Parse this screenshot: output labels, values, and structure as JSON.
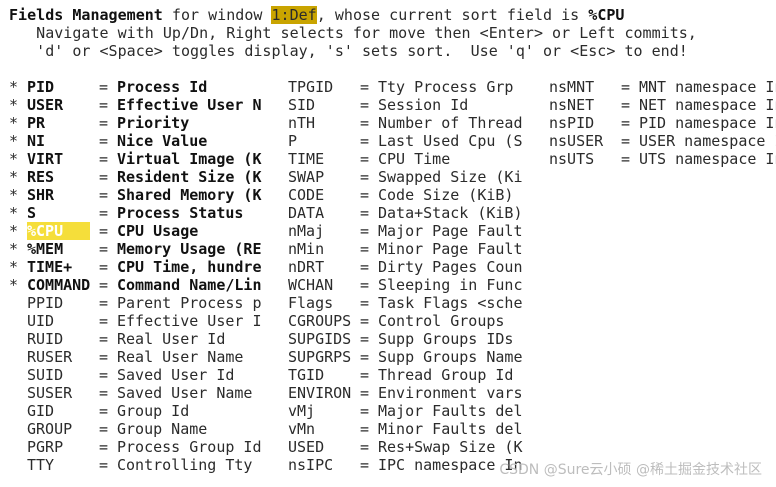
{
  "header": {
    "line1": {
      "title": "Fields Management",
      "mid": " for window ",
      "window": "1:Def",
      "after": ", whose current sort field is ",
      "sort_field": "%CPU"
    },
    "line2": "   Navigate with Up/Dn, Right selects for move then <Enter> or Left commits,",
    "line3": "   'd' or <Space> toggles display, 's' sets sort.  Use 'q' or <Esc> to end!"
  },
  "columns": [
    [
      {
        "star": "*",
        "name": "PID",
        "desc": "Process Id",
        "bold": true
      },
      {
        "star": "*",
        "name": "USER",
        "desc": "Effective User N",
        "bold": true
      },
      {
        "star": "*",
        "name": "PR",
        "desc": "Priority",
        "bold": true
      },
      {
        "star": "*",
        "name": "NI",
        "desc": "Nice Value",
        "bold": true
      },
      {
        "star": "*",
        "name": "VIRT",
        "desc": "Virtual Image (K",
        "bold": true
      },
      {
        "star": "*",
        "name": "RES",
        "desc": "Resident Size (K",
        "bold": true
      },
      {
        "star": "*",
        "name": "SHR",
        "desc": "Shared Memory (K",
        "bold": true
      },
      {
        "star": "*",
        "name": "S",
        "desc": "Process Status",
        "bold": true
      },
      {
        "star": "*",
        "name": "%CPU",
        "desc": "CPU Usage",
        "bold": true,
        "selected": true
      },
      {
        "star": "*",
        "name": "%MEM",
        "desc": "Memory Usage (RE",
        "bold": true
      },
      {
        "star": "*",
        "name": "TIME+",
        "desc": "CPU Time, hundre",
        "bold": true
      },
      {
        "star": "*",
        "name": "COMMAND",
        "desc": "Command Name/Lin",
        "bold": true
      },
      {
        "star": "",
        "name": "PPID",
        "desc": "Parent Process p",
        "bold": false
      },
      {
        "star": "",
        "name": "UID",
        "desc": "Effective User I",
        "bold": false
      },
      {
        "star": "",
        "name": "RUID",
        "desc": "Real User Id",
        "bold": false
      },
      {
        "star": "",
        "name": "RUSER",
        "desc": "Real User Name",
        "bold": false
      },
      {
        "star": "",
        "name": "SUID",
        "desc": "Saved User Id",
        "bold": false
      },
      {
        "star": "",
        "name": "SUSER",
        "desc": "Saved User Name",
        "bold": false
      },
      {
        "star": "",
        "name": "GID",
        "desc": "Group Id",
        "bold": false
      },
      {
        "star": "",
        "name": "GROUP",
        "desc": "Group Name",
        "bold": false
      },
      {
        "star": "",
        "name": "PGRP",
        "desc": "Process Group Id",
        "bold": false
      },
      {
        "star": "",
        "name": "TTY",
        "desc": "Controlling Tty",
        "bold": false
      }
    ],
    [
      {
        "name": "TPGID",
        "desc": "Tty Process Grp"
      },
      {
        "name": "SID",
        "desc": "Session Id"
      },
      {
        "name": "nTH",
        "desc": "Number of Thread"
      },
      {
        "name": "P",
        "desc": "Last Used Cpu (S"
      },
      {
        "name": "TIME",
        "desc": "CPU Time"
      },
      {
        "name": "SWAP",
        "desc": "Swapped Size (Ki"
      },
      {
        "name": "CODE",
        "desc": "Code Size (KiB)"
      },
      {
        "name": "DATA",
        "desc": "Data+Stack (KiB)"
      },
      {
        "name": "nMaj",
        "desc": "Major Page Fault"
      },
      {
        "name": "nMin",
        "desc": "Minor Page Fault"
      },
      {
        "name": "nDRT",
        "desc": "Dirty Pages Coun"
      },
      {
        "name": "WCHAN",
        "desc": "Sleeping in Func"
      },
      {
        "name": "Flags",
        "desc": "Task Flags <sche"
      },
      {
        "name": "CGROUPS",
        "desc": "Control Groups"
      },
      {
        "name": "SUPGIDS",
        "desc": "Supp Groups IDs"
      },
      {
        "name": "SUPGRPS",
        "desc": "Supp Groups Name"
      },
      {
        "name": "TGID",
        "desc": "Thread Group Id"
      },
      {
        "name": "ENVIRON",
        "desc": "Environment vars"
      },
      {
        "name": "vMj",
        "desc": "Major Faults del"
      },
      {
        "name": "vMn",
        "desc": "Minor Faults del"
      },
      {
        "name": "USED",
        "desc": "Res+Swap Size (K"
      },
      {
        "name": "nsIPC",
        "desc": "IPC namespace In"
      }
    ],
    [
      {
        "name": "nsMNT",
        "desc": "MNT namespace In"
      },
      {
        "name": "nsNET",
        "desc": "NET namespace In"
      },
      {
        "name": "nsPID",
        "desc": "PID namespace In"
      },
      {
        "name": "nsUSER",
        "desc": "USER namespace I"
      },
      {
        "name": "nsUTS",
        "desc": "UTS namespace In"
      }
    ]
  ],
  "equals": "=",
  "watermark": "CSDN @Sure云小硕  @稀土掘金技术社区"
}
